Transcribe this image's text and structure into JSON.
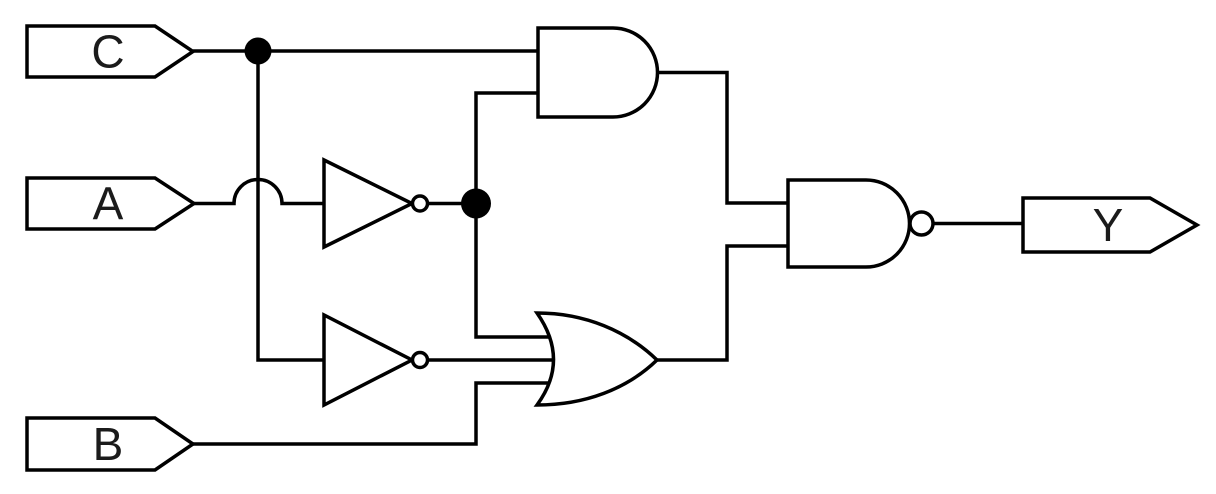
{
  "circuit": {
    "type": "combinational-logic-schematic",
    "colors": {
      "background": "#ffffff",
      "wire": "#000000",
      "gate_fill": "#ffffff",
      "label": "#1b1b1b"
    },
    "inputs": [
      {
        "id": "C",
        "label": "C"
      },
      {
        "id": "A",
        "label": "A"
      },
      {
        "id": "B",
        "label": "B"
      }
    ],
    "output": {
      "id": "Y",
      "label": "Y"
    },
    "gates": [
      {
        "id": "NOT-A",
        "type": "NOT",
        "inputs": [
          "A"
        ],
        "output": "A'"
      },
      {
        "id": "NOT-C",
        "type": "NOT",
        "inputs": [
          "C"
        ],
        "output": "C'"
      },
      {
        "id": "AND-1",
        "type": "AND",
        "inputs": [
          "C",
          "A'"
        ],
        "output": "AND-1.out"
      },
      {
        "id": "OR-1",
        "type": "OR",
        "inputs": [
          "A'",
          "C'",
          "B"
        ],
        "output": "OR-1.out"
      },
      {
        "id": "NAND-1",
        "type": "NAND",
        "inputs": [
          "AND-1.out",
          "OR-1.out"
        ],
        "output": "Y"
      }
    ],
    "junctions": [
      {
        "id": "junction-c",
        "signal": "C"
      },
      {
        "id": "junction-not-a",
        "signal": "A'"
      }
    ],
    "wire_hops": [
      {
        "carrying": "A",
        "over": "C branch wire"
      }
    ]
  }
}
